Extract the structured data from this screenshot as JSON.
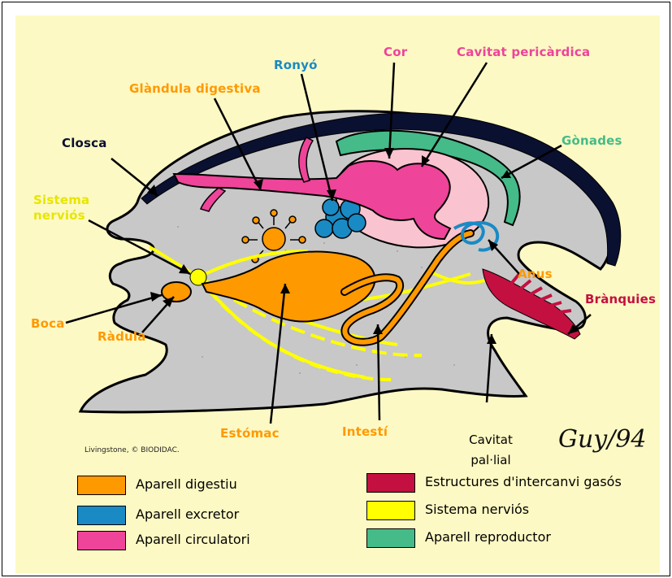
{
  "diagram": {
    "labels": {
      "closca": "Closca",
      "glandula": "Glàndula digestiva",
      "ronyo": "Ronyó",
      "cor": "Cor",
      "pericardica": "Cavitat pericàrdica",
      "gonades": "Gònades",
      "sistema1": "Sistema",
      "sistema2": "nerviós",
      "boca": "Boca",
      "radula": "Ràdula",
      "estomac": "Estómac",
      "intesti": "Intestí",
      "anus": "Anus",
      "branquies": "Brànquies",
      "paleal1": "Cavitat",
      "paleal2": "pal·lial"
    },
    "credit": "Livingstone, © BIODIDAC.",
    "signature": "Guy/94"
  },
  "legend": [
    {
      "text": "Aparell digestiu",
      "color": "#ff9900"
    },
    {
      "text": "Aparell excretor",
      "color": "#1a8ac4"
    },
    {
      "text": "Aparell circulatori",
      "color": "#ee4499"
    },
    {
      "text": "Estructures d'intercanvi gasós",
      "color": "#c41040"
    },
    {
      "text": "Sistema nerviós",
      "color": "#ffff00"
    },
    {
      "text": "Aparell reproductor",
      "color": "#44bb88"
    }
  ],
  "colors": {
    "background": "#fdf9c4",
    "body": "#c8c8c8",
    "shell": "#0a1030",
    "digestive": "#ff9900",
    "excretory": "#1a8ac4",
    "circulatory": "#ee4499",
    "pericardial": "#f9c3cf",
    "gills": "#c41040",
    "nervous": "#ffff00",
    "reproductive": "#44bb88"
  }
}
